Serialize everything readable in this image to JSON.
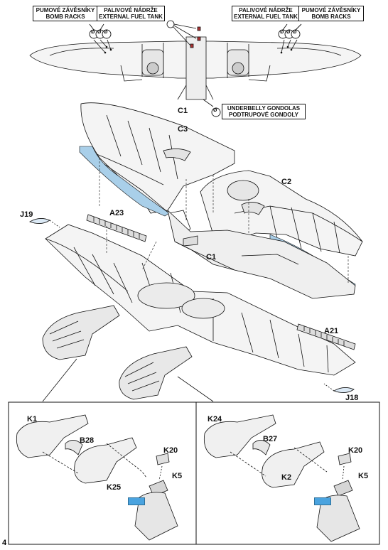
{
  "colors": {
    "line": "#111111",
    "part_fill": "#f2f2f2",
    "mask_blue": "#a9cfe9",
    "etched_flag": "#4aa3df"
  },
  "callouts": {
    "left_bomb_racks": [
      "PUMOVÉ ZÁVĚSNÍKY",
      "BOMB RACKS"
    ],
    "left_fuel_tank": [
      "PALIVOVÉ NÁDRŽE",
      "EXTERNAL FUEL TANK"
    ],
    "right_fuel_tank": [
      "PALIVOVÉ NÁDRŽE",
      "EXTERNAL FUEL TANK"
    ],
    "right_bomb_racks": [
      "PUMOVÉ ZÁVĚSNÍKY",
      "BOMB RACKS"
    ],
    "underbelly_gondolas": [
      "UNDERBELLY GONDOLAS",
      "PODTRUPOVÉ GONDOLY"
    ]
  },
  "drill_symbol": "Ø",
  "part_labels": {
    "c1_top": "C1",
    "c3": "C3",
    "c2": "C2",
    "j19": "J19",
    "a23": "A23",
    "c1_mid": "C1",
    "a21": "A21",
    "j18": "J18"
  },
  "left_inset": {
    "k1": "K1",
    "b28": "B28",
    "k20": "K20",
    "k5": "K5",
    "k25": "K25"
  },
  "right_inset": {
    "k24": "K24",
    "b27": "B27",
    "k20": "K20",
    "k5": "K5",
    "k2": "K2"
  },
  "page_number": "4"
}
